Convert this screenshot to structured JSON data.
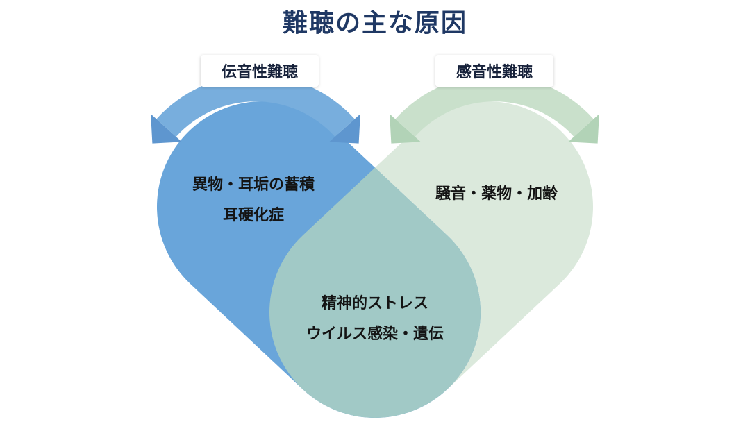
{
  "title": "難聴の主な原因",
  "colors": {
    "title_text": "#1f3864",
    "body_text": "#141414",
    "blue_lobe": "#69a5da",
    "green_lobe": "#dbe9dc",
    "overlap": "#a1c9c6",
    "blue_ribbon": "#78aedd",
    "blue_arrow": "#5e96cf",
    "green_ribbon": "#c9e0cb",
    "green_arrow": "#b2d3b7"
  },
  "left_section": {
    "label": "伝音性難聴",
    "items": [
      "異物・耳垢の蓄積",
      "耳硬化症"
    ]
  },
  "right_section": {
    "label": "感音性難聴",
    "items": [
      "騒音・薬物・加齢"
    ]
  },
  "overlap_section": {
    "items": [
      "精神的ストレス",
      "ウイルス感染・遺伝"
    ]
  }
}
